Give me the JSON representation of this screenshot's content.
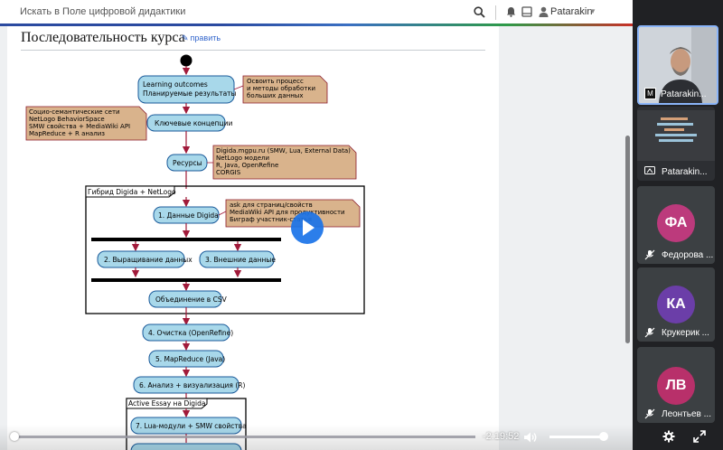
{
  "topbar": {
    "search_placeholder": "Искать в Поле цифровой дидактики",
    "user_name": "Patarakin"
  },
  "page": {
    "title": "Последовательность курса",
    "edit_label": "править"
  },
  "diagram": {
    "nodes": {
      "learning1": "Learning outcomes",
      "learning2": "Планируемые результаты",
      "key_concepts": "Ключевые концепции",
      "resources": "Ресурсы",
      "step1": "1. Данные Digida",
      "step2": "2. Выращивание данных",
      "step3": "3. Внешние данные",
      "merge": "Объединение в CSV",
      "step4": "4. Очистка (OpenRefine)",
      "step5": "5. MapReduce (Java)",
      "step6": "6. Анализ + визуализация (R)",
      "step7": "7. Lua-модули + SMW свойства"
    },
    "notes": {
      "outcomes": [
        "Освоить процесс",
        "и методы обработки",
        "больших данных"
      ],
      "concepts": [
        "Социо-семантические сети",
        "NetLogo BehaviorSpace",
        "SMW свойства + MediaWiki API",
        "MapReduce + R анализ"
      ],
      "resources": [
        "Digida.mgpu.ru (SMW, Lua, External Data)",
        "NetLogo модели",
        "R, Java, OpenRefine",
        "CORGIS"
      ],
      "data": [
        "ask для страниц/свойств",
        "MediaWiki API для продуктивности",
        "Биграф участник-статья"
      ]
    },
    "groups": {
      "hybrid": "Гибрид Digida + NetLogo",
      "essay": "Active Essay на Digida"
    },
    "colors": {
      "node_fill": "#a8d8ea",
      "node_stroke": "#1a5a9a",
      "note_fill": "#d9b38c",
      "arrow": "#a11a3a"
    }
  },
  "player": {
    "time_remaining": "-2:19:52",
    "progress_fraction": 0.01,
    "volume_fraction": 0.9
  },
  "participants": [
    {
      "label": "Patarakin...",
      "type": "video"
    },
    {
      "label": "Patarakin...",
      "type": "screen"
    },
    {
      "initials": "ФА",
      "label": "Федорова ...",
      "color": "#bc3a7c"
    },
    {
      "initials": "КА",
      "label": "Крукерик ...",
      "color": "#6b3ea8"
    },
    {
      "initials": "ЛВ",
      "label": "Леонтьев ...",
      "color": "#b8306a"
    }
  ],
  "icons": [
    "search-icon",
    "bell-icon",
    "chat-icon",
    "user-icon",
    "play-icon",
    "volume-icon",
    "settings-icon",
    "fullscreen-icon",
    "mic-off-icon",
    "screen-share-icon"
  ]
}
